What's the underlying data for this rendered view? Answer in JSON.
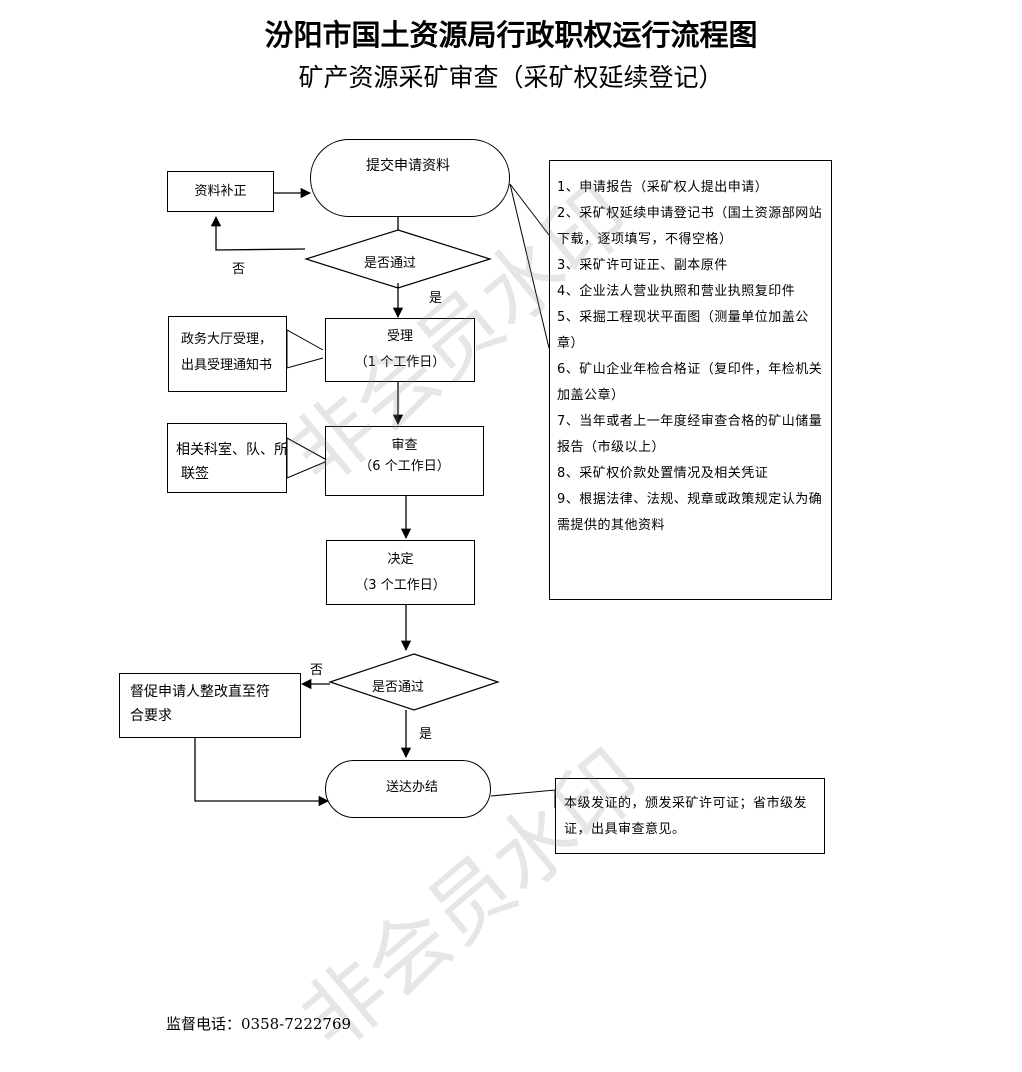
{
  "title": "汾阳市国土资源局行政职权运行流程图",
  "subtitle": "矿产资源采矿审查（采矿权延续登记）",
  "nodes": {
    "submit": "提交申请资料",
    "supplement": "资料补正",
    "check1": "是否通过",
    "no1": "否",
    "yes1": "是",
    "accept": {
      "label": "受理",
      "days": "（1 个工作日）"
    },
    "hall": {
      "line1": "政务大厅受理，",
      "line2": "出具受理通知书"
    },
    "review": {
      "label": "审查",
      "days": "（6 个工作日）"
    },
    "sign": {
      "line1": "相关科室、队、所",
      "line2": "联签"
    },
    "decide": {
      "label": "决定",
      "days": "（3 个工作日）"
    },
    "check2": "是否通过",
    "no2": "否",
    "yes2": "是",
    "rectify": {
      "line1": "督促申请人整改直至符",
      "line2": "合要求"
    },
    "finish": "送达办结"
  },
  "requirements": [
    "1、申请报告（采矿权人提出申请）",
    "2、采矿权延续申请登记书（国土资源部网站下载，逐项填写，不得空格）",
    "3、采矿许可证正、副本原件",
    "4、企业法人营业执照和营业执照复印件",
    "5、采掘工程现状平面图（测量单位加盖公章）",
    "6、矿山企业年检合格证（复印件，年检机关加盖公章）",
    "7、当年或者上一年度经审查合格的矿山储量报告（市级以上）",
    "8、采矿权价款处置情况及相关凭证",
    "9、根据法律、法规、规章或政策规定认为确需提供的其他资料"
  ],
  "issue_note": "本级发证的，颁发采矿许可证；省市级发证，出具审查意见。",
  "watermark": "非会员水印",
  "footer": "监督电话：0358-7222769"
}
